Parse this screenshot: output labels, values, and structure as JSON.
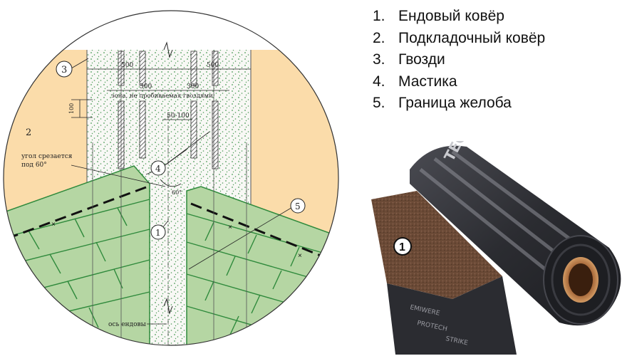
{
  "legend": [
    {
      "num": "1.",
      "label": "Ендовый ковёр"
    },
    {
      "num": "2.",
      "label": "Подкладочный ковёр"
    },
    {
      "num": "3.",
      "label": "Гвозди"
    },
    {
      "num": "4.",
      "label": "Мастика"
    },
    {
      "num": "5.",
      "label": "Граница желоба"
    }
  ],
  "diagram": {
    "dim_left_500": "500",
    "dim_right_500": "500",
    "dim_left_300": "300",
    "dim_right_300": "300",
    "zone_text": "зона, не пробиваемая гвоздями",
    "dim_100": "100",
    "dim_50_100": "50-100",
    "angle_note_line1": "угол срезается",
    "angle_note_line2": "под 60°",
    "angle_60": "60°",
    "axis_label": "ось ендовы",
    "callouts": [
      "1",
      "2",
      "3",
      "4",
      "5"
    ]
  },
  "photo": {
    "callout": "1",
    "brand": "TEGOLA"
  },
  "colors": {
    "underlay": "#fbdcaa",
    "shingle": "#b5d6a3",
    "shingle_line": "#2f8a3c",
    "valley": "#f7f7f4",
    "roll_dark": "#2b2c31",
    "granule": "#6b4a36"
  }
}
